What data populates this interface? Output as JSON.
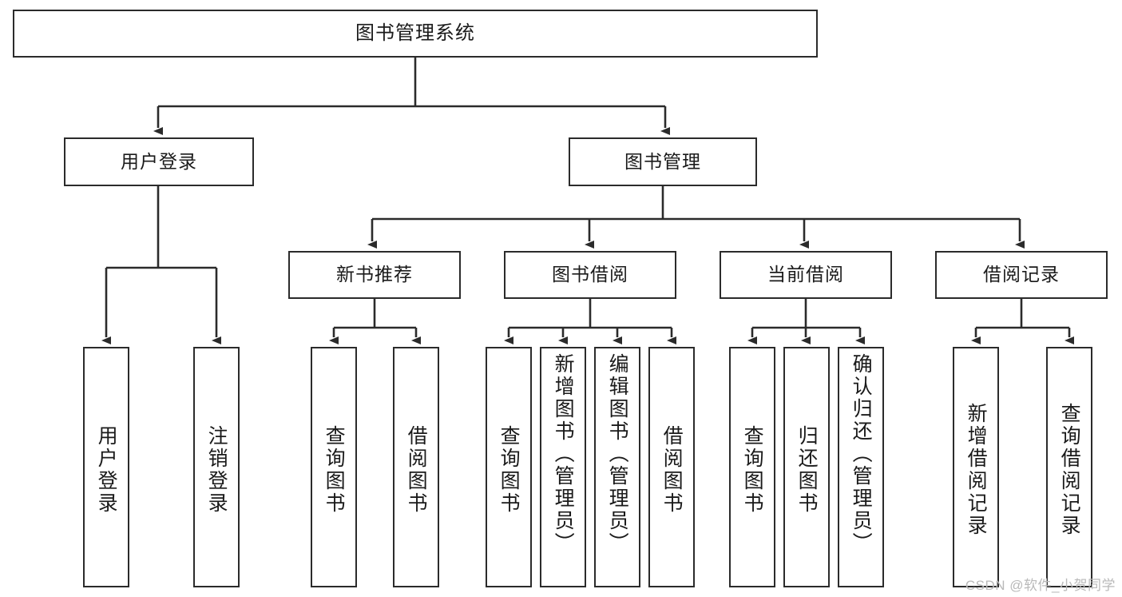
{
  "diagram": {
    "title": "图书管理系统",
    "type": "tree",
    "watermark": "CSDN @软件_小贺同学",
    "colors": {
      "stroke": "#2b2b2b",
      "fill": "#ffffff",
      "text": "#1a1a1a",
      "watermark": "#b9b9b9"
    },
    "levels": {
      "root": {
        "label": "图书管理系统"
      },
      "level2": [
        {
          "label": "用户登录"
        },
        {
          "label": "图书管理"
        }
      ],
      "level3": [
        {
          "label": "新书推荐"
        },
        {
          "label": "图书借阅"
        },
        {
          "label": "当前借阅"
        },
        {
          "label": "借阅记录"
        }
      ],
      "leaves": [
        {
          "label": "用户登录",
          "parent": "用户登录"
        },
        {
          "label": "注销登录",
          "parent": "用户登录"
        },
        {
          "label": "查询图书",
          "parent": "新书推荐"
        },
        {
          "label": "借阅图书",
          "parent": "新书推荐"
        },
        {
          "label": "查询图书",
          "parent": "图书借阅"
        },
        {
          "label": "新增图书（管理员）",
          "parent": "图书借阅"
        },
        {
          "label": "编辑图书（管理员）",
          "parent": "图书借阅"
        },
        {
          "label": "借阅图书",
          "parent": "图书借阅"
        },
        {
          "label": "查询图书",
          "parent": "当前借阅"
        },
        {
          "label": "归还图书",
          "parent": "当前借阅"
        },
        {
          "label": "确认归还（管理员）",
          "parent": "当前借阅"
        },
        {
          "label": "新增借阅记录",
          "parent": "借阅记录"
        },
        {
          "label": "查询借阅记录",
          "parent": "借阅记录"
        }
      ]
    }
  }
}
